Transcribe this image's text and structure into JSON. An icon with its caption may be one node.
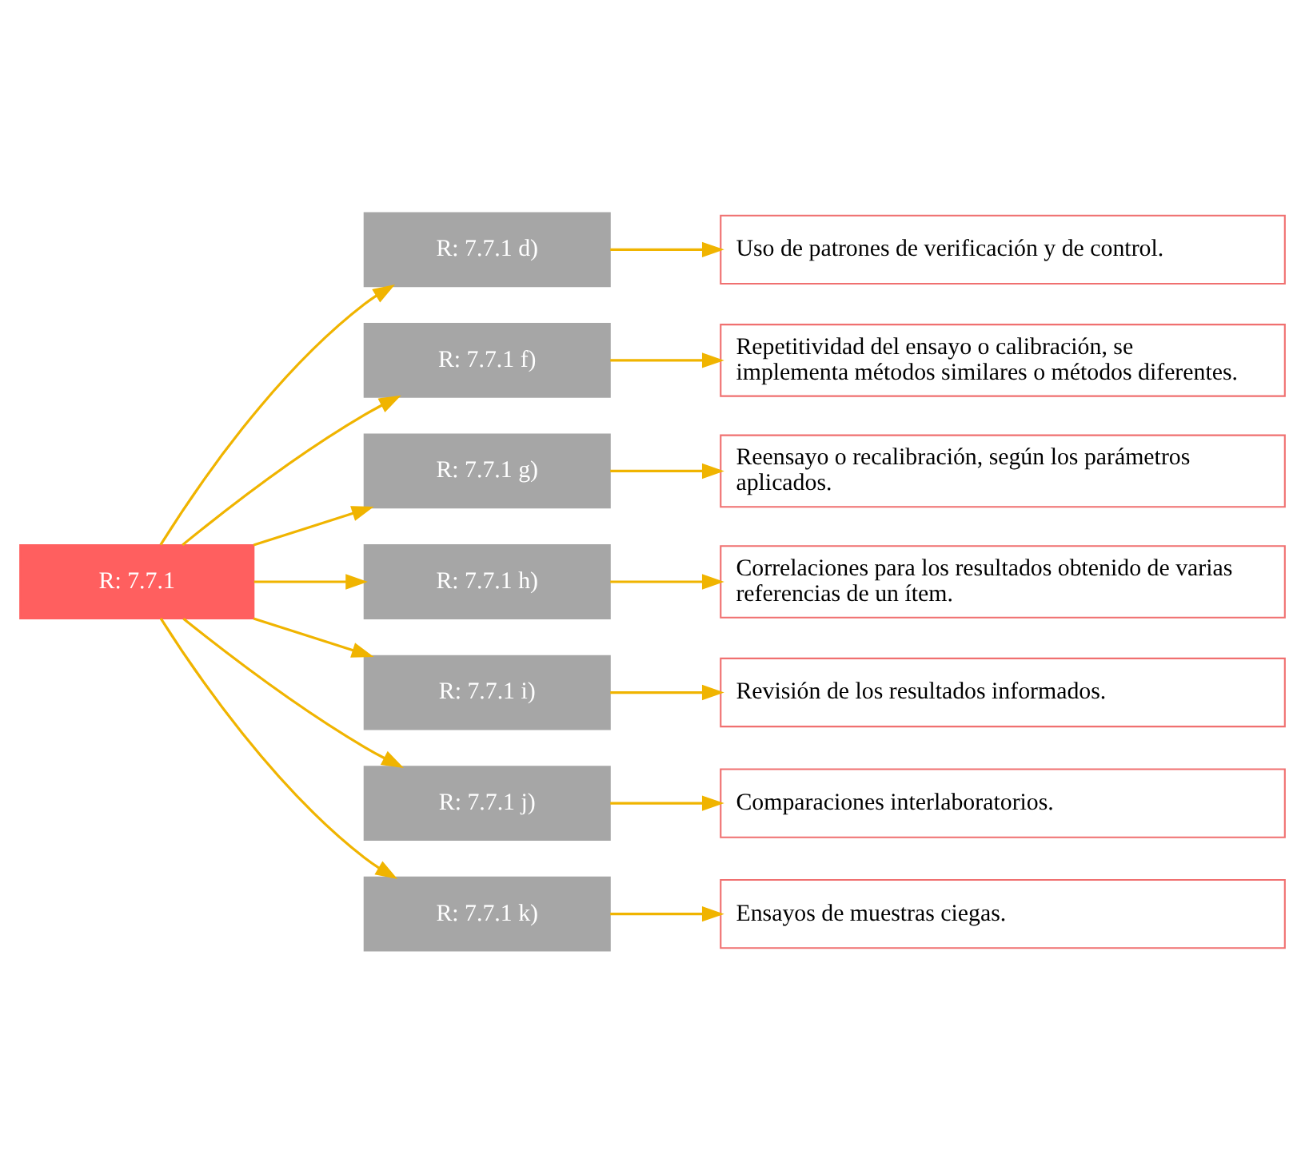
{
  "diagram": {
    "nodes": [
      {
        "text": [
          "R: 7.7.1"
        ]
      },
      {
        "text": [
          "R: 7.7.1 d)"
        ]
      },
      {
        "text": [
          "Uso de patrones de verificación y de control."
        ]
      },
      {
        "text": [
          "R: 7.7.1 f)"
        ]
      },
      {
        "text": [
          "Repetitividad del ensayo o calibración, se implementa métodos similares o métodos diferentes."
        ]
      },
      {
        "text": [
          "R: 7.7.1 g)"
        ]
      },
      {
        "text": [
          "Reensayo o recalibración, según los parámetros aplicados."
        ]
      },
      {
        "text": [
          "R: 7.7.1 h)"
        ]
      },
      {
        "text": [
          "Correlaciones para los resultados obtenido de varias referencias de un ítem."
        ]
      },
      {
        "text": [
          "R: 7.7.1 i)"
        ]
      },
      {
        "text": [
          "Revisión de los resultados informados."
        ]
      },
      {
        "text": [
          "R: 7.7.1 j)"
        ]
      },
      {
        "text": [
          "Comparaciones interlaboratorios."
        ]
      },
      {
        "text": [
          "R: 7.7.1 k)"
        ]
      },
      {
        "text": [
          "Ensayos de muestras ciegas."
        ]
      }
    ],
    "edges": [
      {
        "from": 0,
        "to": 1,
        "arrow": "to"
      },
      {
        "from": 0,
        "to": 3,
        "arrow": "to"
      },
      {
        "from": 0,
        "to": 5,
        "arrow": "to"
      },
      {
        "from": 0,
        "to": 7,
        "arrow": "to"
      },
      {
        "from": 0,
        "to": 9,
        "arrow": "to"
      },
      {
        "from": 0,
        "to": 11,
        "arrow": "to"
      },
      {
        "from": 0,
        "to": 13,
        "arrow": "to"
      },
      {
        "from": 1,
        "to": 2,
        "arrow": "to"
      },
      {
        "from": 3,
        "to": 4,
        "arrow": "to"
      },
      {
        "from": 5,
        "to": 6,
        "arrow": "to"
      },
      {
        "from": 7,
        "to": 8,
        "arrow": "to"
      },
      {
        "from": 9,
        "to": 10,
        "arrow": "to"
      },
      {
        "from": 11,
        "to": 12,
        "arrow": "to"
      },
      {
        "from": 13,
        "to": 14,
        "arrow": "to"
      }
    ]
  }
}
